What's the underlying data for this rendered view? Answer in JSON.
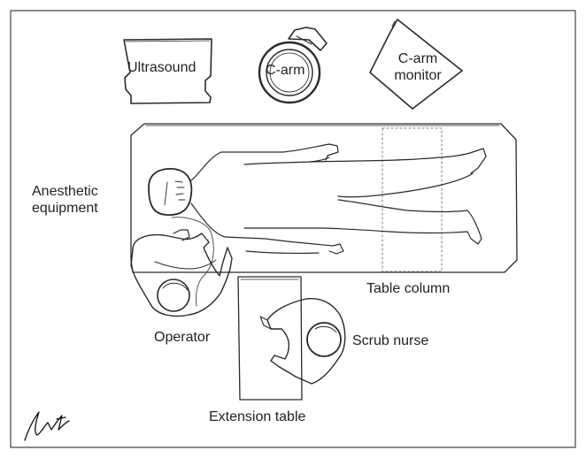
{
  "labels": {
    "ultrasound": "Ultrasound",
    "c_arm": "C-arm",
    "c_arm_monitor_line1": "C-arm",
    "c_arm_monitor_line2": "monitor",
    "anesthetic_line1": "Anesthetic",
    "anesthetic_line2": "equipment",
    "table_column": "Table column",
    "operator": "Operator",
    "scrub_nurse": "Scrub nurse",
    "extension_table": "Extension table"
  },
  "colors": {
    "ink": "#2a2a2a",
    "faint": "#777777",
    "frame": "#444444"
  }
}
